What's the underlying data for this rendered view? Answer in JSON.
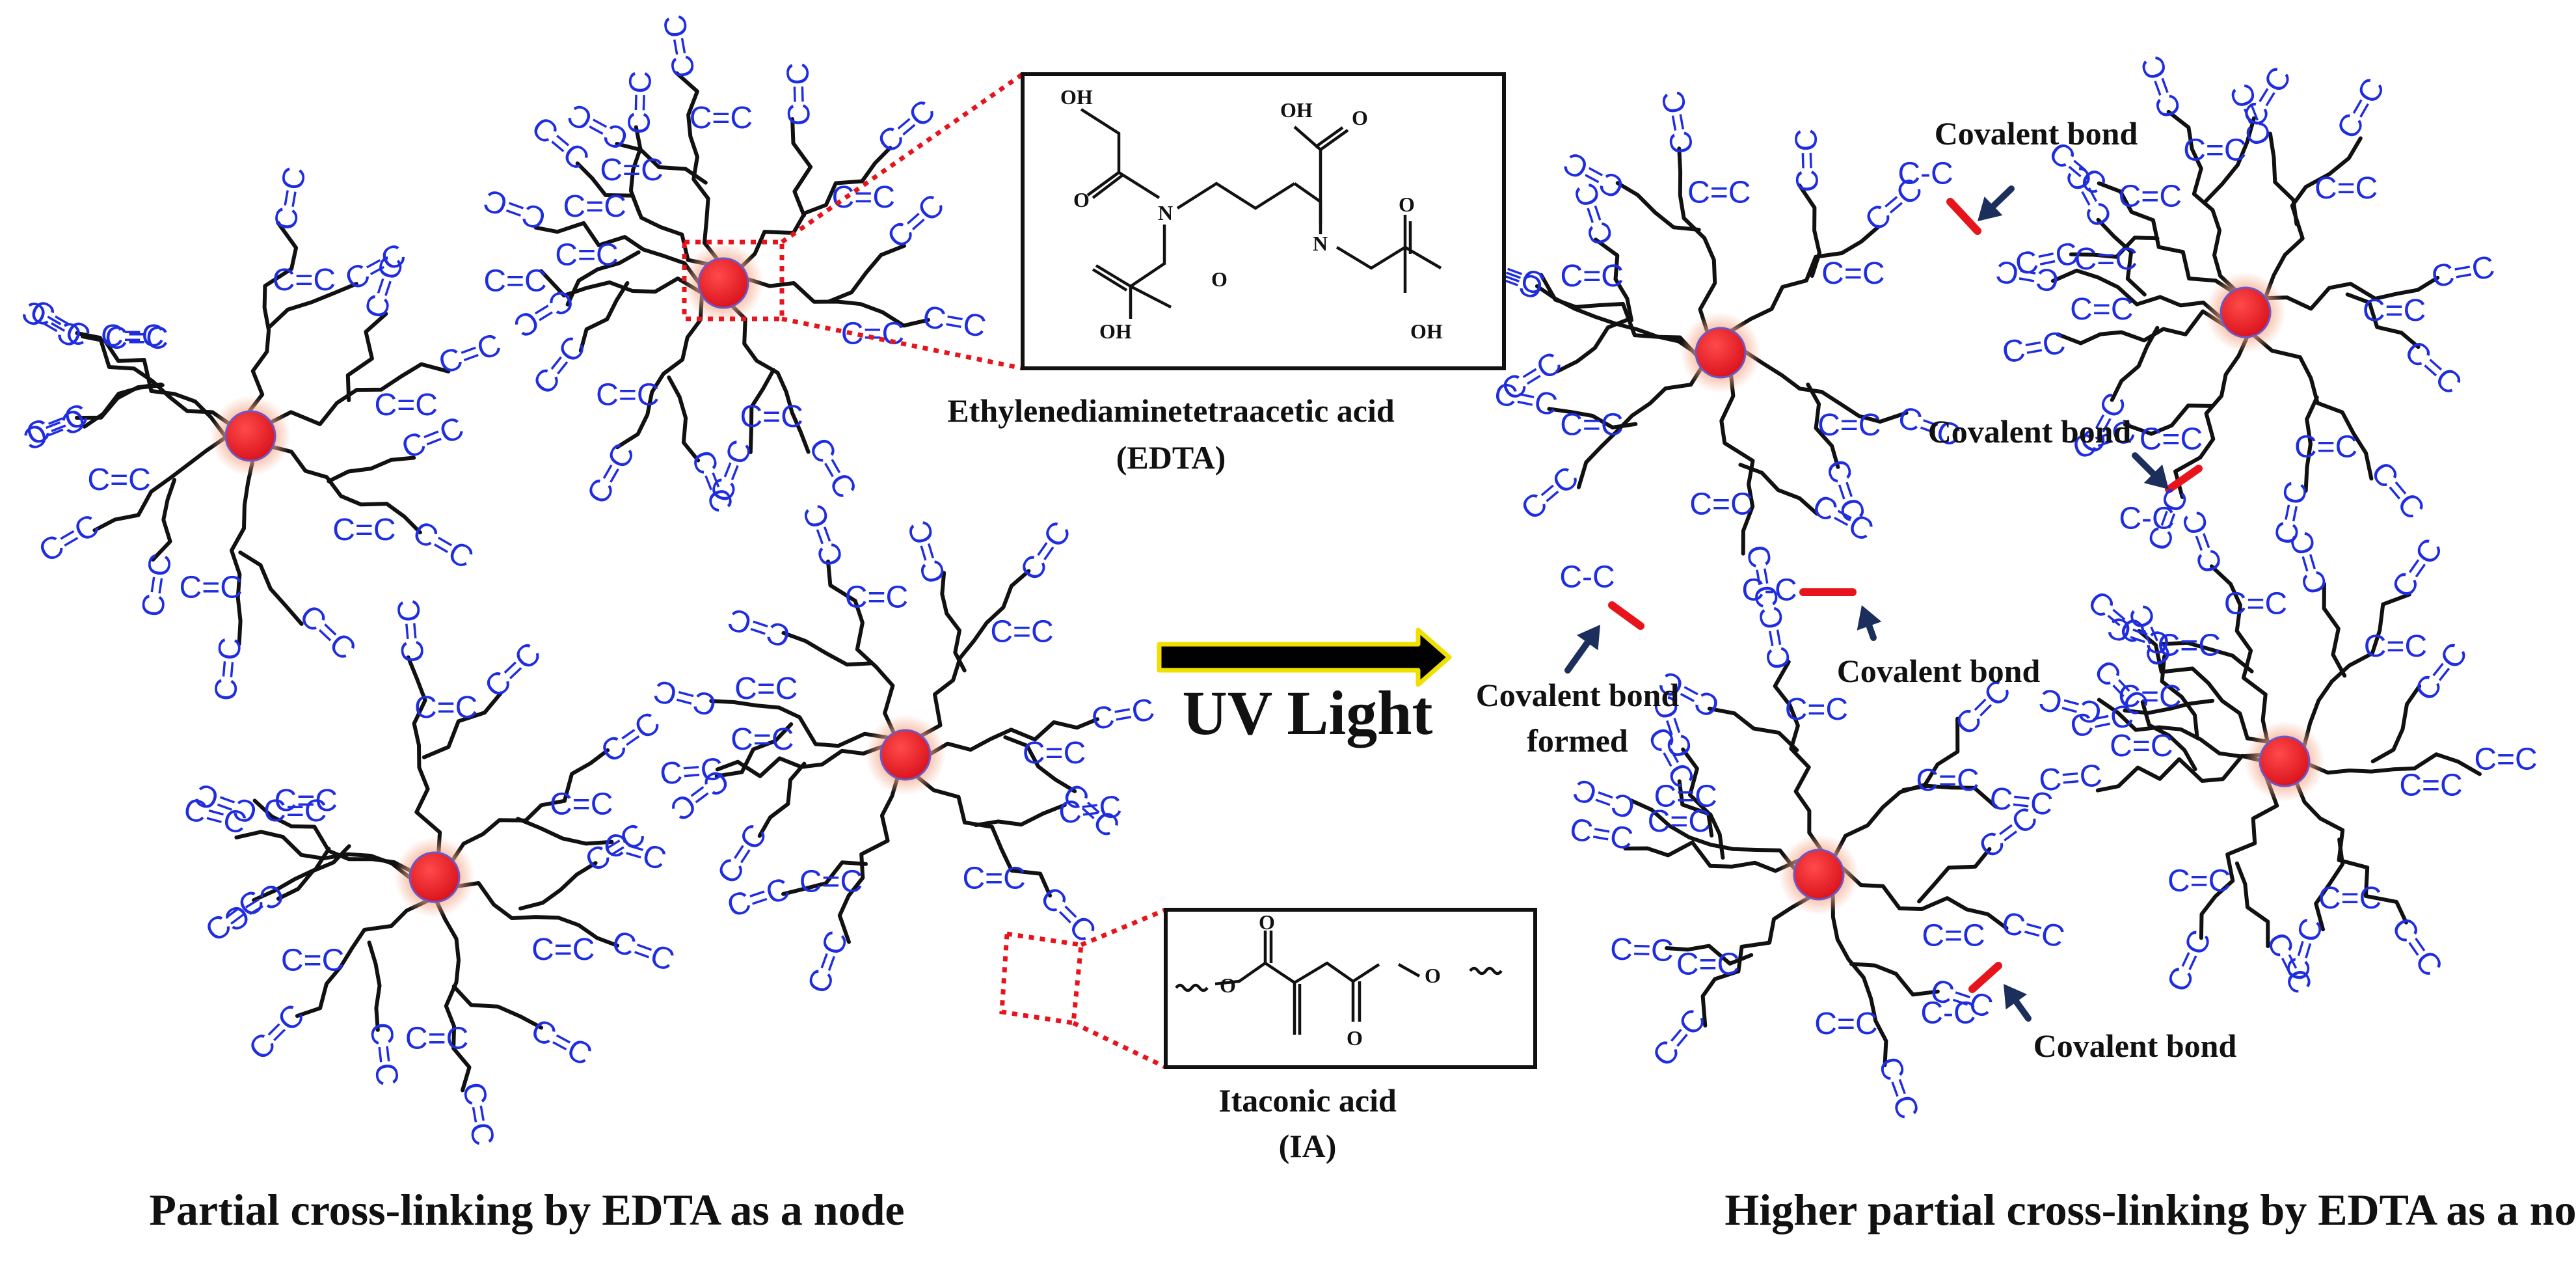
{
  "diagram": {
    "left_caption": "Partial cross-linking by EDTA as a node",
    "right_caption": "Higher partial cross-linking by EDTA as a node",
    "arrow_label": "UV Light",
    "edta_name": "Ethylenediaminetetraacetic acid",
    "edta_abbrev": "(EDTA)",
    "ia_name": "Itaconic acid",
    "ia_abbrev": "(IA)",
    "covalent_bond_label": "Covalent bond",
    "covalent_bond_formed_line1": "Covalent bond",
    "covalent_bond_formed_line2": "formed",
    "functional_group": "C=C",
    "crosslink_group": "C-C",
    "atom_oh": "OH",
    "atom_o": "O",
    "atom_n": "N",
    "colors": {
      "node": "#e8141c",
      "node_glow": "#f4a98a",
      "group_text": "#1f2de0",
      "covalent_bond": "#e8141c",
      "pointer_arrow": "#1c2e5c",
      "main_arrow_fill": "#000000",
      "main_arrow_outline": "#f0e000",
      "zoom_box": "#e8141c"
    },
    "icons": [
      "edta-node-icon",
      "uv-arrow-icon",
      "pointer-arrow-icon"
    ]
  }
}
